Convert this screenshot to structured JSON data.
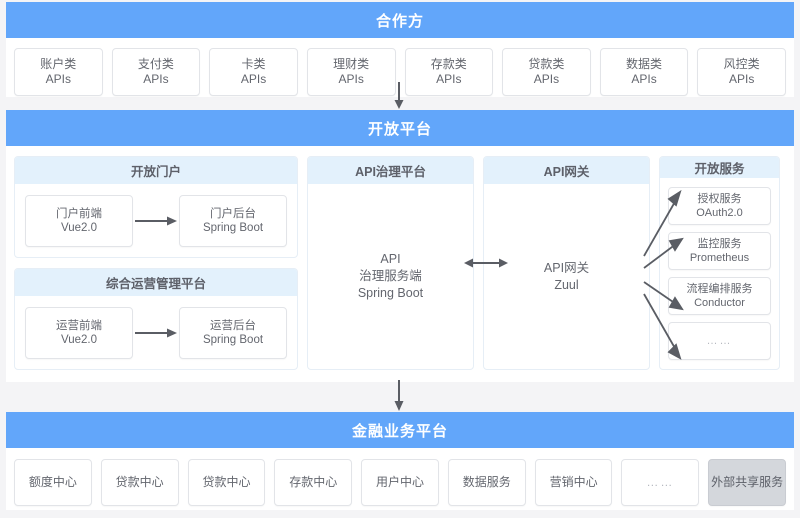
{
  "partner": {
    "band_title": "合作方",
    "apis": [
      {
        "name": "账户类",
        "sub": "APIs"
      },
      {
        "name": "支付类",
        "sub": "APIs"
      },
      {
        "name": "卡类",
        "sub": "APIs"
      },
      {
        "name": "理财类",
        "sub": "APIs"
      },
      {
        "name": "存款类",
        "sub": "APIs"
      },
      {
        "name": "贷款类",
        "sub": "APIs"
      },
      {
        "name": "数据类",
        "sub": "APIs"
      },
      {
        "name": "风控类",
        "sub": "APIs"
      }
    ]
  },
  "open_platform": {
    "band_title": "开放平台",
    "portal": {
      "title": "开放门户",
      "front": {
        "name": "门户前端",
        "tech": "Vue2.0"
      },
      "back": {
        "name": "门户后台",
        "tech": "Spring Boot"
      }
    },
    "operations": {
      "title": "综合运营管理平台",
      "front": {
        "name": "运营前端",
        "tech": "Vue2.0"
      },
      "back": {
        "name": "运营后台",
        "tech": "Spring Boot"
      }
    },
    "governance": {
      "title": "API治理平台",
      "line1": "API",
      "line2": "治理服务端",
      "line3": "Spring Boot"
    },
    "gateway": {
      "title": "API网关",
      "line1": "API网关",
      "line2": "Zuul"
    },
    "services": {
      "title": "开放服务",
      "items": [
        {
          "name": "授权服务",
          "tech": "OAuth2.0"
        },
        {
          "name": "监控服务",
          "tech": "Prometheus"
        },
        {
          "name": "流程编排服务",
          "tech": "Conductor"
        },
        {
          "name": "……",
          "tech": ""
        }
      ]
    }
  },
  "financial": {
    "band_title": "金融业务平台",
    "items": [
      {
        "label": "额度中心",
        "type": "normal"
      },
      {
        "label": "贷款中心",
        "type": "normal"
      },
      {
        "label": "贷款中心",
        "type": "normal"
      },
      {
        "label": "存款中心",
        "type": "normal"
      },
      {
        "label": "用户中心",
        "type": "normal"
      },
      {
        "label": "数据服务",
        "type": "normal"
      },
      {
        "label": "营销中心",
        "type": "normal"
      },
      {
        "label": "……",
        "type": "dots"
      },
      {
        "label": "外部共享服务",
        "type": "ext"
      }
    ]
  },
  "colors": {
    "band_blue": "#62a6fa",
    "panel_header_blue": "#e3f1fc",
    "page_background": "#f4f4f6",
    "card_border": "#e2e4e8",
    "text": "#63666e",
    "external_gray": "#d4d7dc",
    "arrow": "#5a5d64"
  }
}
